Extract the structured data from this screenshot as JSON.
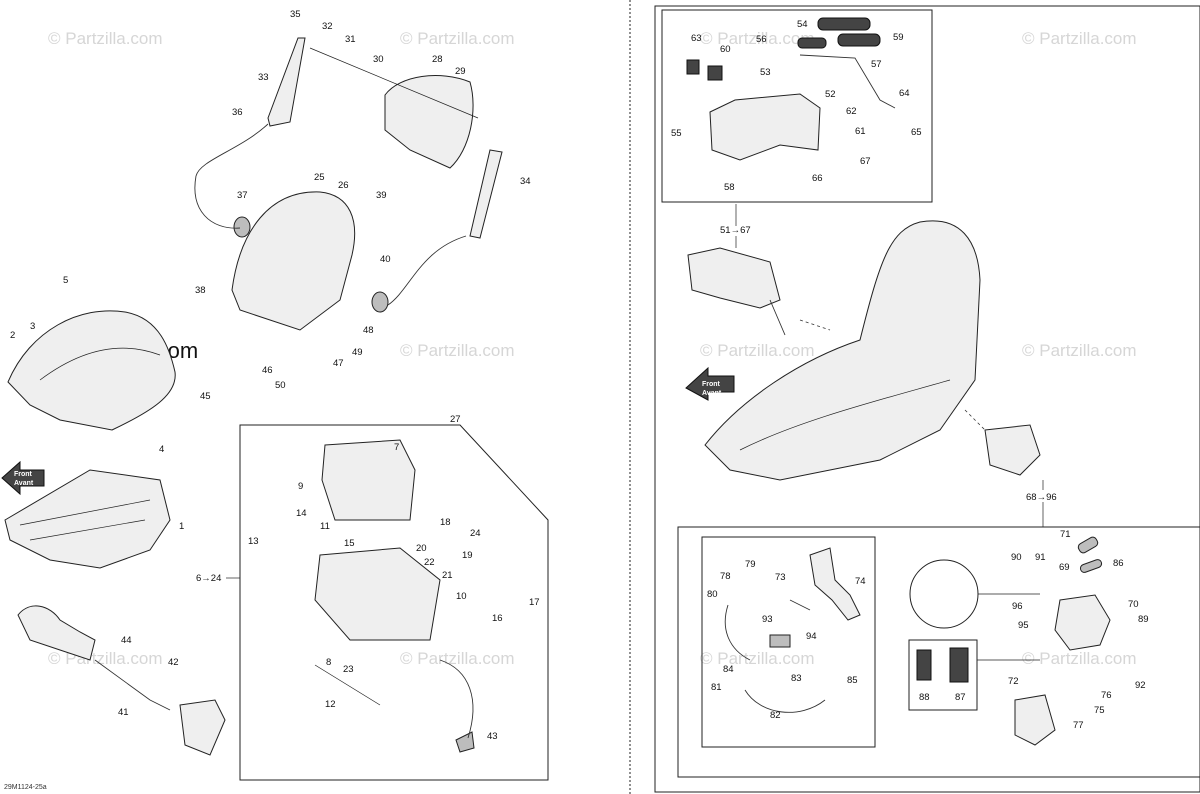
{
  "watermark": {
    "text": "© Partzilla.com",
    "main_text": "© Partzilla.com"
  },
  "document_id": "29M1124-25a",
  "front_arrow": {
    "line1": "Front",
    "line2": "Avant"
  },
  "group_refs": {
    "g1": "6→24",
    "g2": "51→67",
    "g3": "68→96"
  },
  "callouts": [
    "1",
    "2",
    "3",
    "4",
    "5",
    "6",
    "7",
    "8",
    "9",
    "10",
    "11",
    "12",
    "13",
    "14",
    "15",
    "16",
    "17",
    "18",
    "19",
    "20",
    "21",
    "22",
    "23",
    "24",
    "25",
    "26",
    "27",
    "28",
    "29",
    "30",
    "31",
    "32",
    "33",
    "34",
    "35",
    "36",
    "37",
    "38",
    "39",
    "40",
    "41",
    "42",
    "43",
    "44",
    "45",
    "46",
    "47",
    "48",
    "49",
    "50",
    "51",
    "52",
    "53",
    "54",
    "55",
    "56",
    "57",
    "58",
    "59",
    "60",
    "61",
    "62",
    "63",
    "64",
    "65",
    "66",
    "67",
    "68",
    "69",
    "70",
    "71",
    "72",
    "73",
    "74",
    "75",
    "76",
    "77",
    "78",
    "79",
    "80",
    "81",
    "82",
    "83",
    "84",
    "85",
    "86",
    "87",
    "88",
    "89",
    "90",
    "91",
    "92",
    "93",
    "94",
    "95",
    "96"
  ],
  "colors": {
    "line": "#222222",
    "fill": "#efefef",
    "watermark": "#d6d6d6"
  }
}
